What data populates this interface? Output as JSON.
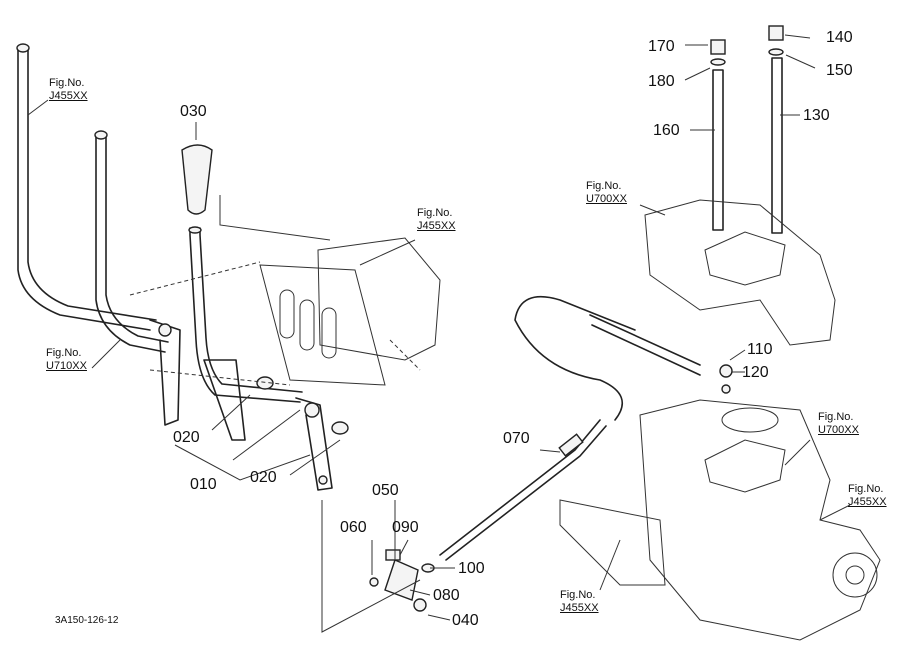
{
  "diagram": {
    "code": "3A150-126-12",
    "part_labels": [
      "030",
      "020",
      "010",
      "020",
      "050",
      "060",
      "090",
      "100",
      "080",
      "040",
      "070",
      "110",
      "120",
      "160",
      "130",
      "170",
      "180",
      "140",
      "150"
    ],
    "fig_refs": [
      {
        "l1": "Fig.No.",
        "l2": "J455XX"
      },
      {
        "l1": "Fig.No.",
        "l2": "J455XX"
      },
      {
        "l1": "Fig.No.",
        "l2": "U710XX"
      },
      {
        "l1": "Fig.No.",
        "l2": "U700XX"
      },
      {
        "l1": "Fig.No.",
        "l2": "U700XX"
      },
      {
        "l1": "Fig.No.",
        "l2": "J455XX"
      },
      {
        "l1": "Fig.No.",
        "l2": "J455XX"
      }
    ]
  }
}
